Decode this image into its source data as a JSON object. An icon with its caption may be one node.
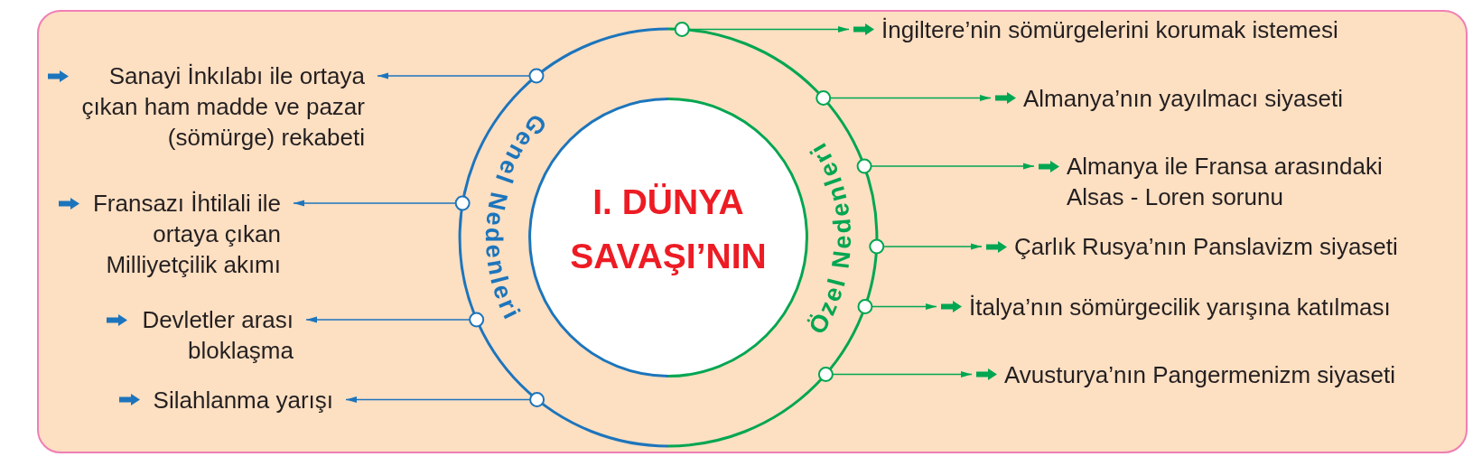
{
  "diagram": {
    "nodes": [
      {
        "text": [
          "I. DÜNYA SAVAŞI’NIN"
        ]
      },
      {
        "text": [
          "Genel Nedenleri"
        ]
      },
      {
        "text": [
          "Özel Nedenleri"
        ]
      },
      {
        "text": [
          "Sanayi İnkılabı ile ortaya çıkan ham madde ve pazar (sömürge) rekabeti"
        ]
      },
      {
        "text": [
          "Fransazı İhtilali ile ortaya çıkan Milliyetçilik akımı"
        ]
      },
      {
        "text": [
          "Devletler arası bloklaşma"
        ]
      },
      {
        "text": [
          "Silahlanma yarışı"
        ]
      },
      {
        "text": [
          "İngiltere’nin sömürgelerini korumak istemesi"
        ]
      },
      {
        "text": [
          "Almanya’nın yayılmacı siyaseti"
        ]
      },
      {
        "text": [
          "Almanya ile Fransa arasındaki Alsas - Loren sorunu"
        ]
      },
      {
        "text": [
          "Çarlık Rusya’nın Panslavizm siyaseti"
        ]
      },
      {
        "text": [
          "İtalya’nın sömürgecilik yarışına katılması"
        ]
      },
      {
        "text": [
          "Avusturya’nın Pangermenizm siyaseti"
        ]
      }
    ],
    "edges": [
      {
        "from": 1,
        "to": 3,
        "arrow": "to",
        "color": "#1c75bc"
      },
      {
        "from": 1,
        "to": 4,
        "arrow": "to",
        "color": "#1c75bc"
      },
      {
        "from": 1,
        "to": 5,
        "arrow": "to",
        "color": "#1c75bc"
      },
      {
        "from": 1,
        "to": 6,
        "arrow": "to",
        "color": "#1c75bc"
      },
      {
        "from": 2,
        "to": 7,
        "arrow": "to"
      },
      {
        "from": 2,
        "to": 8,
        "arrow": "to"
      },
      {
        "from": 2,
        "to": 9,
        "arrow": "to"
      },
      {
        "from": 2,
        "to": 10,
        "arrow": "to"
      },
      {
        "from": 2,
        "to": 11,
        "arrow": "to"
      },
      {
        "from": 2,
        "to": 12,
        "arrow": "to"
      }
    ]
  }
}
